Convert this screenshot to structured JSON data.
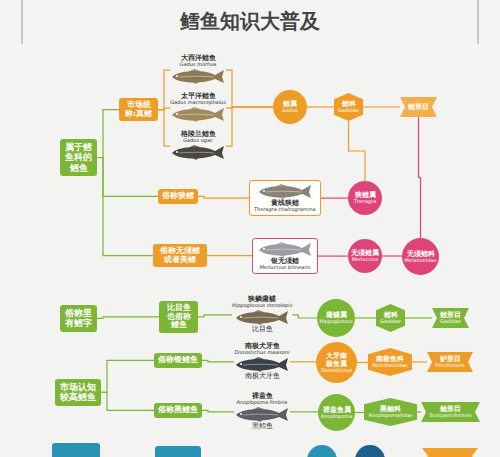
{
  "diagram": {
    "title": "鳕鱼知识大普及",
    "nodes": [
      {
        "text": [
          "属于鳕鱼科的鳕鱼"
        ]
      },
      {
        "text": [
          "市场统称:真鳕"
        ]
      },
      {
        "text": [
          "大西洋鳕鱼",
          "Gadus morhua"
        ]
      },
      {
        "text": [
          "太平洋鳕鱼",
          "Gadus macrocephalus"
        ]
      },
      {
        "text": [
          "格陵兰鳕鱼",
          "Gadus ogac"
        ]
      },
      {
        "text": [
          "鳕属",
          "Gadus"
        ]
      },
      {
        "text": [
          "鳕科",
          "Gadidae"
        ]
      },
      {
        "text": [
          "鳕形目"
        ]
      },
      {
        "text": [
          "俗称狭鳕"
        ]
      },
      {
        "text": [
          "黄线狭鳕",
          "Theragra chalcogramma"
        ]
      },
      {
        "text": [
          "狭鳕属",
          "Theragra"
        ]
      },
      {
        "text": [
          "俗称无须鳕或者美鳕"
        ]
      },
      {
        "text": [
          "银无须鳕",
          "Merluccius bilinearis"
        ]
      },
      {
        "text": [
          "无须鳕属",
          "Merluccius"
        ]
      },
      {
        "text": [
          "无须鳕科",
          "Melanonidae"
        ]
      },
      {
        "text": [
          "俗称里有鳕字"
        ]
      },
      {
        "text": [
          "比目鱼也俗称鳕鱼"
        ]
      },
      {
        "text": [
          "狭鳞庸鲽",
          "Hippoglossus stenolepis",
          "比目鱼"
        ]
      },
      {
        "text": [
          "庸鲽属",
          "Hippoglossus"
        ]
      },
      {
        "text": [
          "鳕科",
          "Gadidae"
        ]
      },
      {
        "text": [
          "鳕形目",
          "Gadidae"
        ]
      },
      {
        "text": [
          "市场认知较高鳕鱼"
        ]
      },
      {
        "text": [
          "俗称银鳕鱼"
        ]
      },
      {
        "text": [
          "南极犬牙鱼",
          "Dissostichus mawsoni",
          "南极犬牙鱼"
        ]
      },
      {
        "text": [
          "大牙南极鱼属",
          "Dissostichus"
        ]
      },
      {
        "text": [
          "南极鱼科",
          "Nototheniidae"
        ]
      },
      {
        "text": [
          "鲈形目",
          "Perciformes"
        ]
      },
      {
        "text": [
          "俗称黑鳕鱼"
        ]
      },
      {
        "text": [
          "裸盖鱼",
          "Anoplopoma fimbria",
          "黑鳕鱼"
        ]
      },
      {
        "text": [
          "裸盖鱼属",
          "Anoplopoma"
        ]
      },
      {
        "text": [
          "黑鲉科",
          "Anoplopomatidae"
        ]
      },
      {
        "text": [
          "鲉形目",
          "Scorpaeniformes"
        ]
      }
    ],
    "edges": [
      {
        "from": 0,
        "to": 1,
        "arrow": "none"
      },
      {
        "from": 0,
        "to": 8,
        "arrow": "none"
      },
      {
        "from": 0,
        "to": 11,
        "arrow": "none"
      },
      {
        "from": 1,
        "to": 2,
        "arrow": "none"
      },
      {
        "from": 1,
        "to": 3,
        "arrow": "none"
      },
      {
        "from": 1,
        "to": 4,
        "arrow": "none"
      },
      {
        "from": 2,
        "to": 5,
        "arrow": "none"
      },
      {
        "from": 3,
        "to": 5,
        "arrow": "none"
      },
      {
        "from": 4,
        "to": 5,
        "arrow": "none"
      },
      {
        "from": 5,
        "to": 6,
        "arrow": "none"
      },
      {
        "from": 6,
        "to": 7,
        "arrow": "none"
      },
      {
        "from": 8,
        "to": 9,
        "arrow": "none"
      },
      {
        "from": 9,
        "to": 10,
        "arrow": "none"
      },
      {
        "from": 10,
        "to": 6,
        "arrow": "none"
      },
      {
        "from": 11,
        "to": 12,
        "arrow": "none"
      },
      {
        "from": 12,
        "to": 13,
        "arrow": "none"
      },
      {
        "from": 13,
        "to": 14,
        "arrow": "none"
      },
      {
        "from": 14,
        "to": 7,
        "arrow": "none"
      },
      {
        "from": 15,
        "to": 16,
        "arrow": "none"
      },
      {
        "from": 16,
        "to": 17,
        "arrow": "none"
      },
      {
        "from": 17,
        "to": 18,
        "arrow": "none"
      },
      {
        "from": 18,
        "to": 19,
        "arrow": "none"
      },
      {
        "from": 19,
        "to": 20,
        "arrow": "none"
      },
      {
        "from": 21,
        "to": 22,
        "arrow": "none"
      },
      {
        "from": 21,
        "to": 27,
        "arrow": "none"
      },
      {
        "from": 22,
        "to": 23,
        "arrow": "none"
      },
      {
        "from": 23,
        "to": 24,
        "arrow": "none"
      },
      {
        "from": 24,
        "to": 25,
        "arrow": "none"
      },
      {
        "from": 25,
        "to": 26,
        "arrow": "none"
      },
      {
        "from": 27,
        "to": 28,
        "arrow": "none"
      },
      {
        "from": 28,
        "to": 29,
        "arrow": "none"
      },
      {
        "from": 29,
        "to": 30,
        "arrow": "none"
      },
      {
        "from": 30,
        "to": 31,
        "arrow": "none"
      }
    ]
  }
}
